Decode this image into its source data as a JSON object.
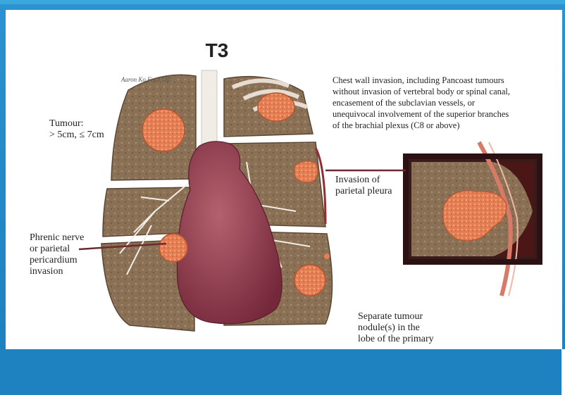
{
  "title": "T3",
  "signature": "Aaron Ko Fran MD",
  "labels": {
    "tumour_size_line1": "Tumour:",
    "tumour_size_line2": "> 5cm, ≤ 7cm",
    "chest_wall_1": "Chest wall invasion, including Pancoast tumours",
    "chest_wall_2": "without invasion of vertebral body or spinal canal,",
    "chest_wall_3": "encasement of the subclavian vessels, or",
    "chest_wall_4": "unequivocal involvement of the superior branches",
    "chest_wall_5": "of the brachial plexus (C8 or above)",
    "pleura_1": "Invasion of",
    "pleura_2": "parietal pleura",
    "phrenic_1": "Phrenic nerve",
    "phrenic_2": "or parietal",
    "phrenic_3": "pericardium",
    "phrenic_4": "invasion",
    "nodule_1": "Separate tumour",
    "nodule_2": "nodule(s) in the",
    "nodule_3": "lobe of the primary"
  },
  "colors": {
    "slide_bg": "#1f86c4",
    "lung_tissue": "#8b7257",
    "tumour": "#e8845a",
    "heart": "#8e3a4a",
    "pleura_line": "#6b2a2f"
  }
}
